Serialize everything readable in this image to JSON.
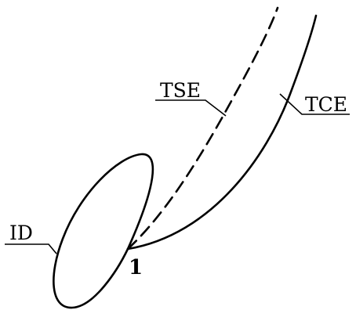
{
  "labels": {
    "tse": "TSE",
    "tce": "TCE",
    "id": "ID",
    "point": "1"
  },
  "colors": {
    "stroke": "#000000",
    "text": "#000000",
    "background": "#ffffff"
  }
}
